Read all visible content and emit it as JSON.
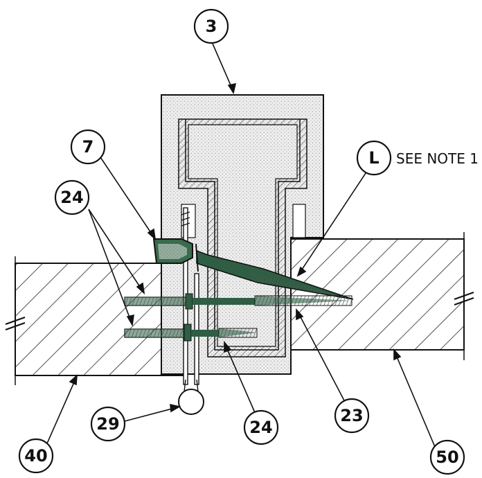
{
  "callouts": {
    "c3": "3",
    "c7": "7",
    "c24a": "24",
    "cL": "L",
    "c29": "29",
    "c24b": "24",
    "c23": "23",
    "c40": "40",
    "c50": "50"
  },
  "note": "SEE NOTE 1",
  "colors": {
    "frame_fill": "#e6e6e6",
    "screw_green": "#2f5e44",
    "seal_green": "#3a6b4d",
    "line": "#111111"
  }
}
